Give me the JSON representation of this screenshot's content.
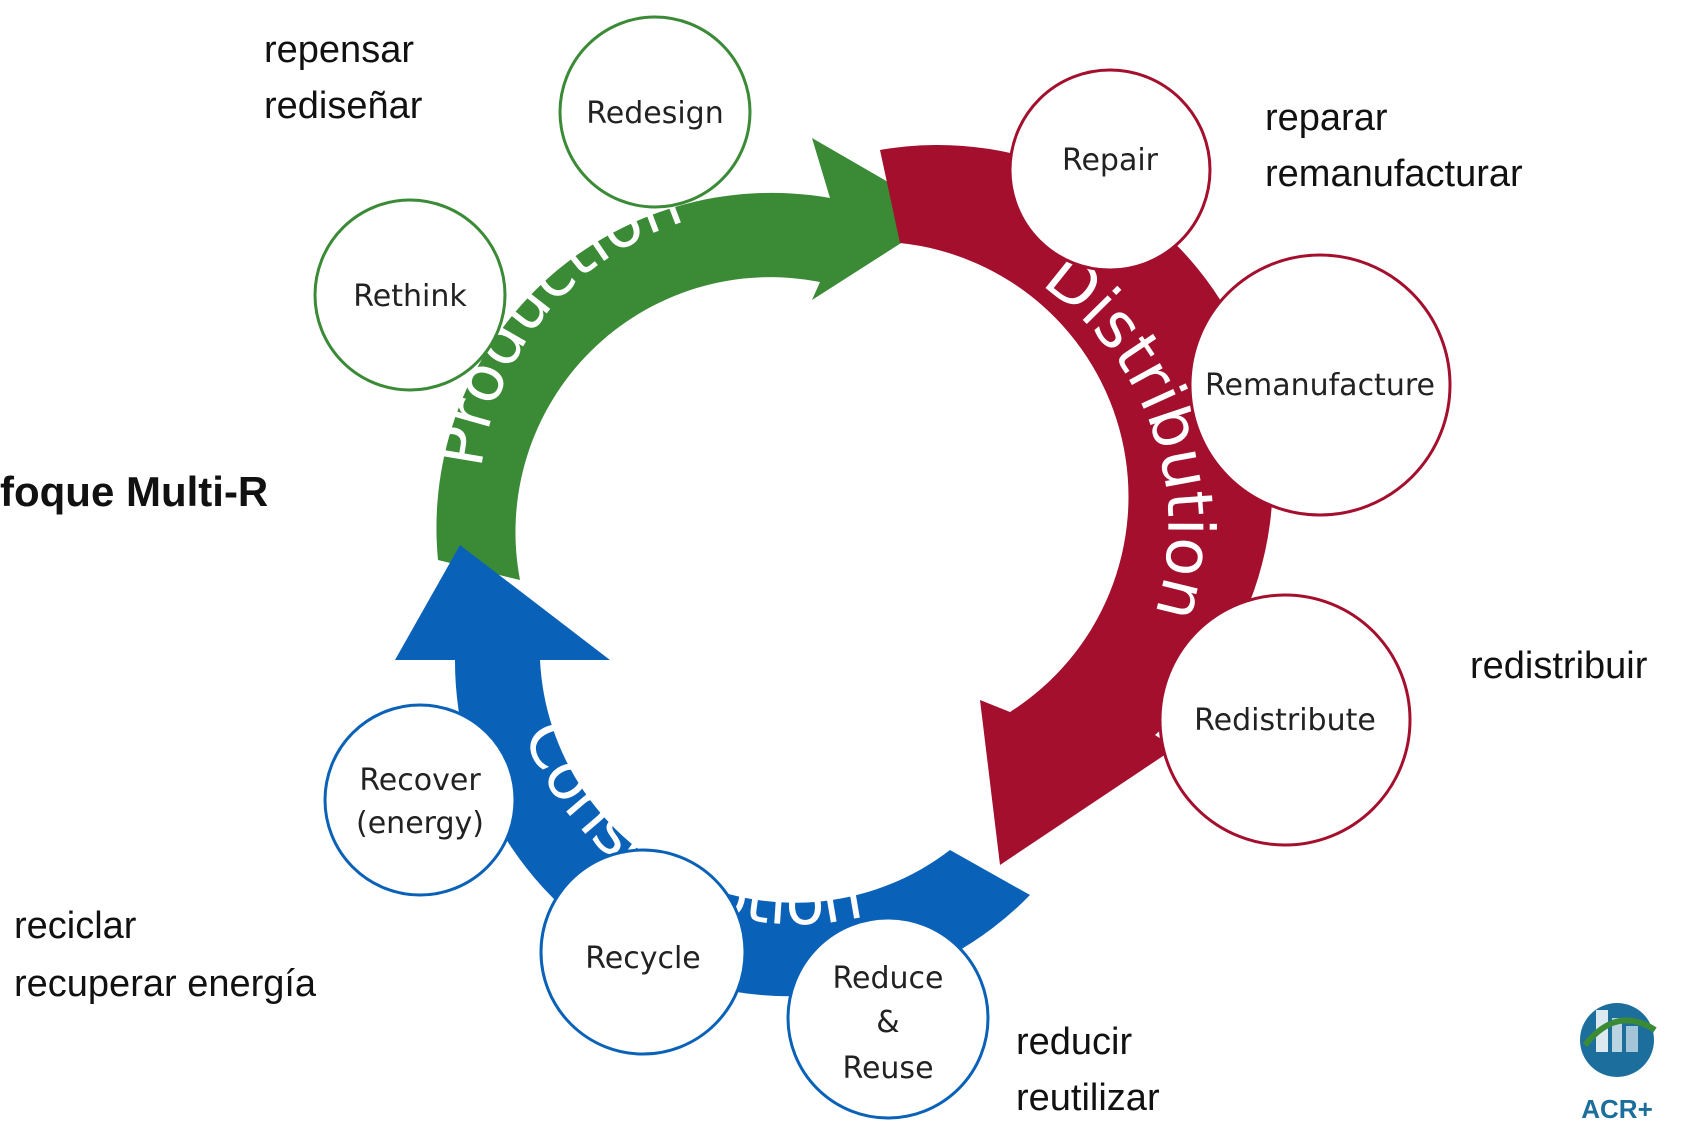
{
  "title": "foque Multi-R",
  "ring": {
    "production": "Production",
    "distribution": "Distribution",
    "consumption": "Consumption"
  },
  "circles": {
    "redesign": "Redesign",
    "rethink": "Rethink",
    "repair": "Repair",
    "remanufacture": "Remanufacture",
    "redistribute": "Redistribute",
    "recover_line1": "Recover",
    "recover_line2": "(energy)",
    "recycle": "Recycle",
    "reduce_line1": "Reduce",
    "reduce_line2": "&",
    "reduce_line3": "Reuse"
  },
  "spanish_labels": {
    "repensar": "repensar",
    "redisenar": "rediseñar",
    "reparar": "reparar",
    "remanufacturar": "remanufacturar",
    "redistribuir": "redistribuir",
    "reciclar": "reciclar",
    "recuperar_energia": "recuperar energía",
    "reducir": "reducir",
    "reutilizar": "reutilizar"
  },
  "logo": {
    "text": "ACR+"
  },
  "colors": {
    "production": "#3a8a36",
    "distribution": "#a30f2d",
    "consumption": "#0a62b8",
    "logo": "#1c6f9c"
  }
}
